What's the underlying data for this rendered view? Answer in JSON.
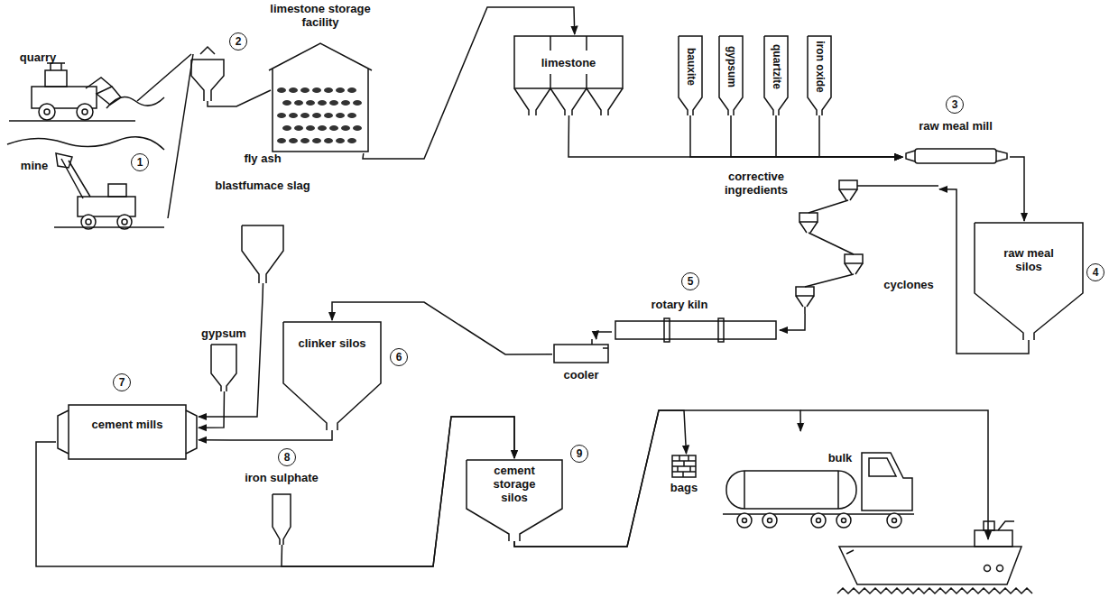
{
  "diagram": {
    "nodes": [
      {
        "text": [
          "limestone storage facility"
        ]
      },
      {
        "text": [
          "limestone"
        ]
      },
      {
        "text": [
          "bauxite"
        ]
      },
      {
        "text": [
          "gypsum"
        ]
      },
      {
        "text": [
          "quartzite"
        ]
      },
      {
        "text": [
          "iron oxide"
        ]
      },
      {
        "text": [
          "raw meal mill"
        ]
      },
      {
        "text": [
          "raw meal silos"
        ]
      },
      {
        "text": [
          "cyclones"
        ]
      },
      {
        "text": [
          "rotary kiln"
        ]
      },
      {
        "text": [
          "cooler"
        ]
      },
      {
        "text": [
          "fly ash",
          "blastfumace slag"
        ]
      },
      {
        "text": [
          "gypsum"
        ]
      },
      {
        "text": [
          "clinker silos"
        ]
      },
      {
        "text": [
          "cement mills"
        ]
      },
      {
        "text": [
          "iron sulphate"
        ]
      },
      {
        "text": [
          "cement storage silos"
        ]
      },
      {
        "text": [
          "bags"
        ]
      },
      {
        "text": [
          "bulk"
        ]
      }
    ],
    "edges": [
      {
        "from": 0,
        "to": 1,
        "arrow": "to"
      },
      {
        "from": 1,
        "to": 6,
        "arrow": "to"
      },
      {
        "from": 2,
        "to": 6,
        "arrow": "to"
      },
      {
        "from": 3,
        "to": 6,
        "arrow": "to"
      },
      {
        "from": 4,
        "to": 6,
        "arrow": "to"
      },
      {
        "from": 5,
        "to": 6,
        "arrow": "to"
      },
      {
        "from": 6,
        "to": 7,
        "arrow": "to"
      },
      {
        "from": 7,
        "to": 8,
        "arrow": "to"
      },
      {
        "from": 8,
        "to": 9,
        "arrow": "to"
      },
      {
        "from": 9,
        "to": 10,
        "arrow": "to"
      },
      {
        "from": 10,
        "to": 13,
        "arrow": "to"
      },
      {
        "from": 13,
        "to": 14,
        "arrow": "to"
      },
      {
        "from": 12,
        "to": 14,
        "arrow": "to"
      },
      {
        "from": 11,
        "to": 14,
        "arrow": "to"
      },
      {
        "from": 14,
        "to": 16,
        "arrow": "to"
      },
      {
        "from": 15,
        "to": 16,
        "arrow": "to"
      },
      {
        "from": 16,
        "to": 17,
        "arrow": "to"
      },
      {
        "from": 16,
        "to": 18,
        "arrow": "to"
      }
    ],
    "labels": [
      "quarry",
      "mine",
      "1",
      "2",
      "3",
      "corrective ingredients",
      "4",
      "5",
      "6",
      "7",
      "8",
      "9"
    ]
  }
}
